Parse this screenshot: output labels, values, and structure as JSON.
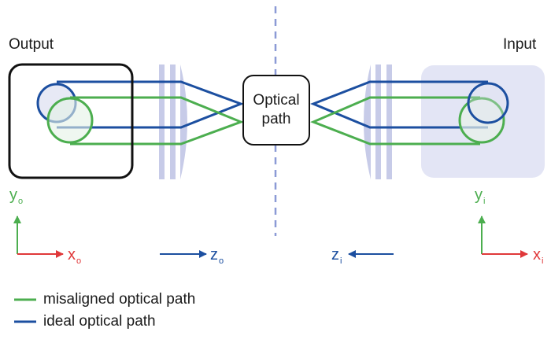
{
  "labels": {
    "output": "Output",
    "input": "Input",
    "optical_path_line1": "Optical",
    "optical_path_line2": "path"
  },
  "axes": {
    "output_y": {
      "letter": "y",
      "sub": "o"
    },
    "output_x": {
      "letter": "x",
      "sub": "o"
    },
    "output_z": {
      "letter": "z",
      "sub": "o"
    },
    "input_z": {
      "letter": "z",
      "sub": "i"
    },
    "input_y": {
      "letter": "y",
      "sub": "i"
    },
    "input_x": {
      "letter": "x",
      "sub": "i"
    }
  },
  "legend": [
    {
      "label": "misaligned optical path",
      "color": "#4cae4f"
    },
    {
      "label": "ideal optical path",
      "color": "#1c4fa0"
    }
  ],
  "colors": {
    "ideal": "#1c4fa0",
    "misaligned": "#4cae4f",
    "x_axis": "#e0383a",
    "y_axis": "#4cae4f",
    "z_axis": "#1c4fa0",
    "lens": "#c7cbe8",
    "input_plate": "#e3e5f5",
    "frame": "#111111"
  }
}
